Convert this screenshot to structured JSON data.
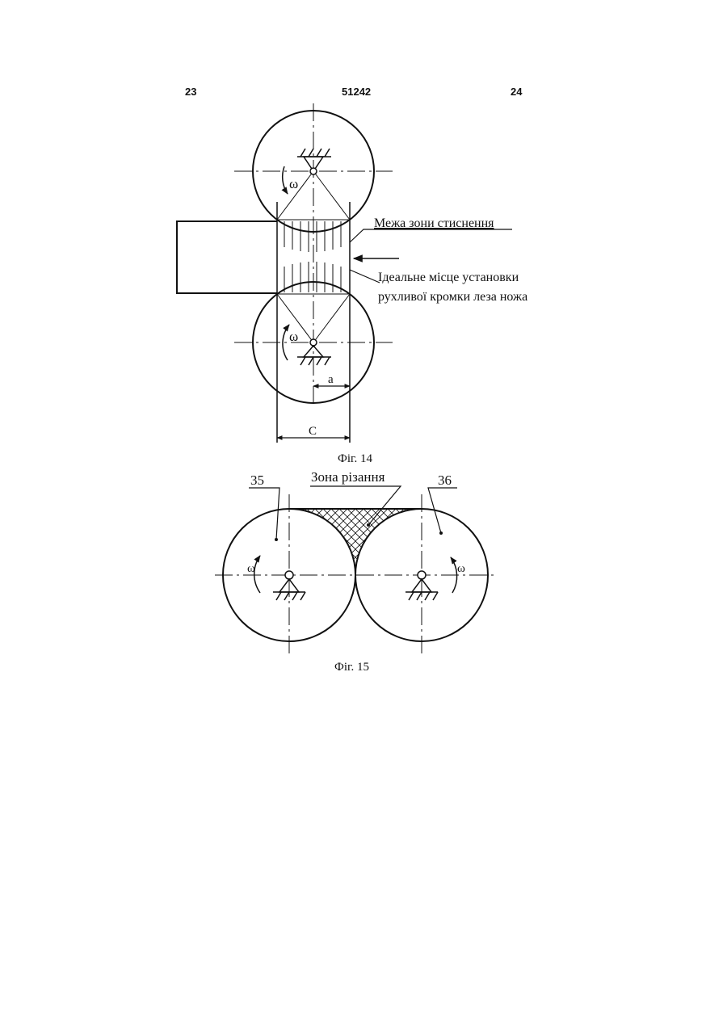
{
  "header": {
    "page_left": "23",
    "doc_number": "51242",
    "page_right": "24"
  },
  "fig14": {
    "omega_top": "ω",
    "omega_bottom": "ω",
    "label_boundary": "Межа зони стиснення",
    "label_ideal_line1": "Ідеальне місце установки",
    "label_ideal_line2": "рухливої кромки леза ножа",
    "dim_a": "a",
    "dim_c": "C",
    "caption": "Фіг. 14"
  },
  "fig15": {
    "roller_left_number": "35",
    "roller_right_number": "36",
    "label_cutting_zone": "Зона різання",
    "omega_left": "ω",
    "omega_right": "ω",
    "caption": "Фіг. 15"
  }
}
